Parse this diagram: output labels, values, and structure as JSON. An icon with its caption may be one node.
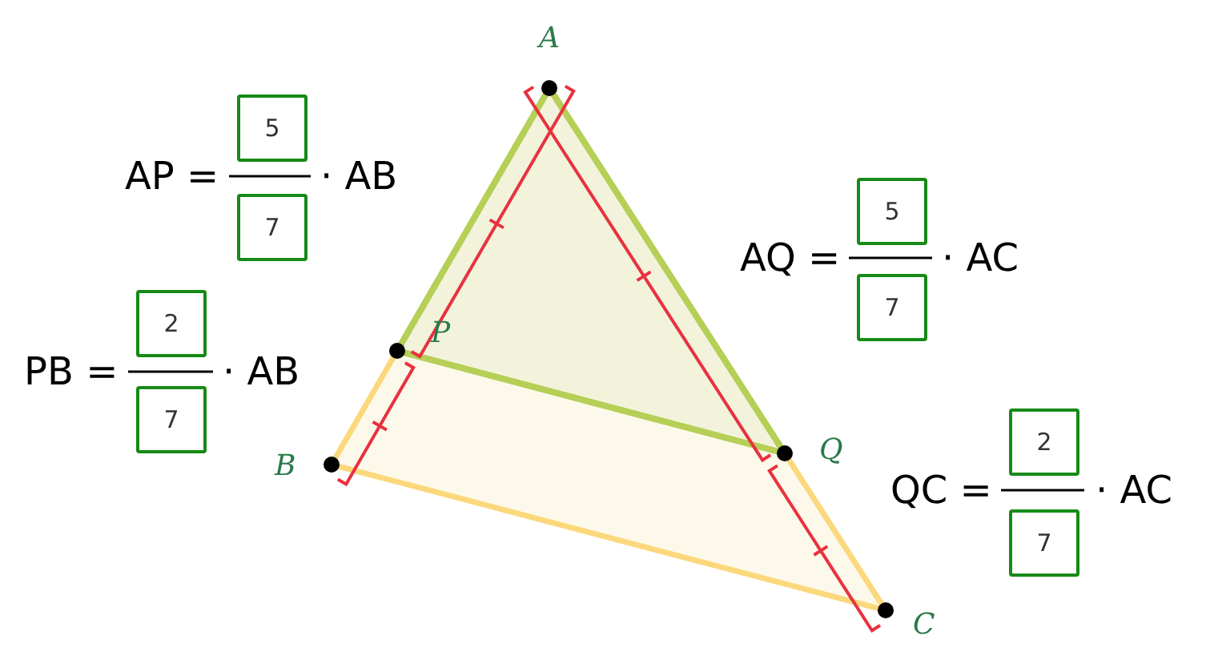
{
  "diagram": {
    "nodes": [
      {
        "text": [
          "5"
        ]
      },
      {
        "text": [
          "7"
        ]
      },
      {
        "text": [
          "2"
        ]
      },
      {
        "text": [
          "7"
        ]
      },
      {
        "text": [
          "5"
        ]
      },
      {
        "text": [
          "7"
        ]
      },
      {
        "text": [
          "2"
        ]
      },
      {
        "text": [
          "7"
        ]
      }
    ],
    "labels": [
      "A",
      "AP =",
      "· AB",
      "P",
      "AQ =",
      "· AC",
      "PB =",
      "· AB",
      "B",
      "Q",
      "QC =",
      "· AC",
      "C"
    ]
  }
}
